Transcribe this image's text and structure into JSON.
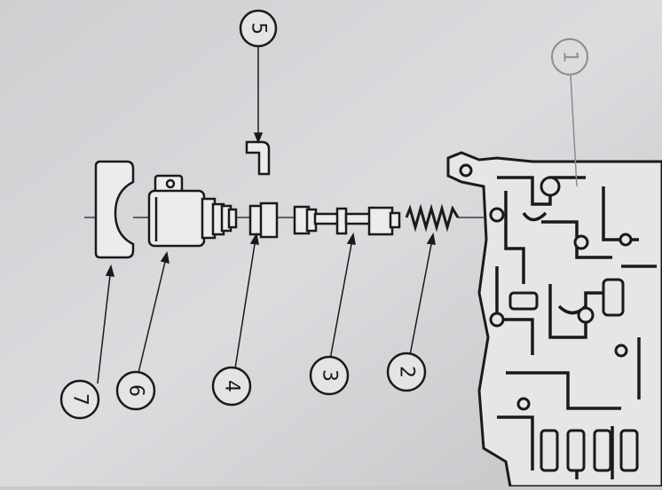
{
  "diagram": {
    "callouts": [
      {
        "id": "1",
        "label": "1"
      },
      {
        "id": "2",
        "label": "2"
      },
      {
        "id": "3",
        "label": "3"
      },
      {
        "id": "4",
        "label": "4"
      },
      {
        "id": "5",
        "label": "5"
      },
      {
        "id": "6",
        "label": "6"
      },
      {
        "id": "7",
        "label": "7"
      }
    ],
    "colors": {
      "paper": "#d9d9dc",
      "ink": "#1a1a1a",
      "faded_ink": "#8c8c90"
    }
  }
}
